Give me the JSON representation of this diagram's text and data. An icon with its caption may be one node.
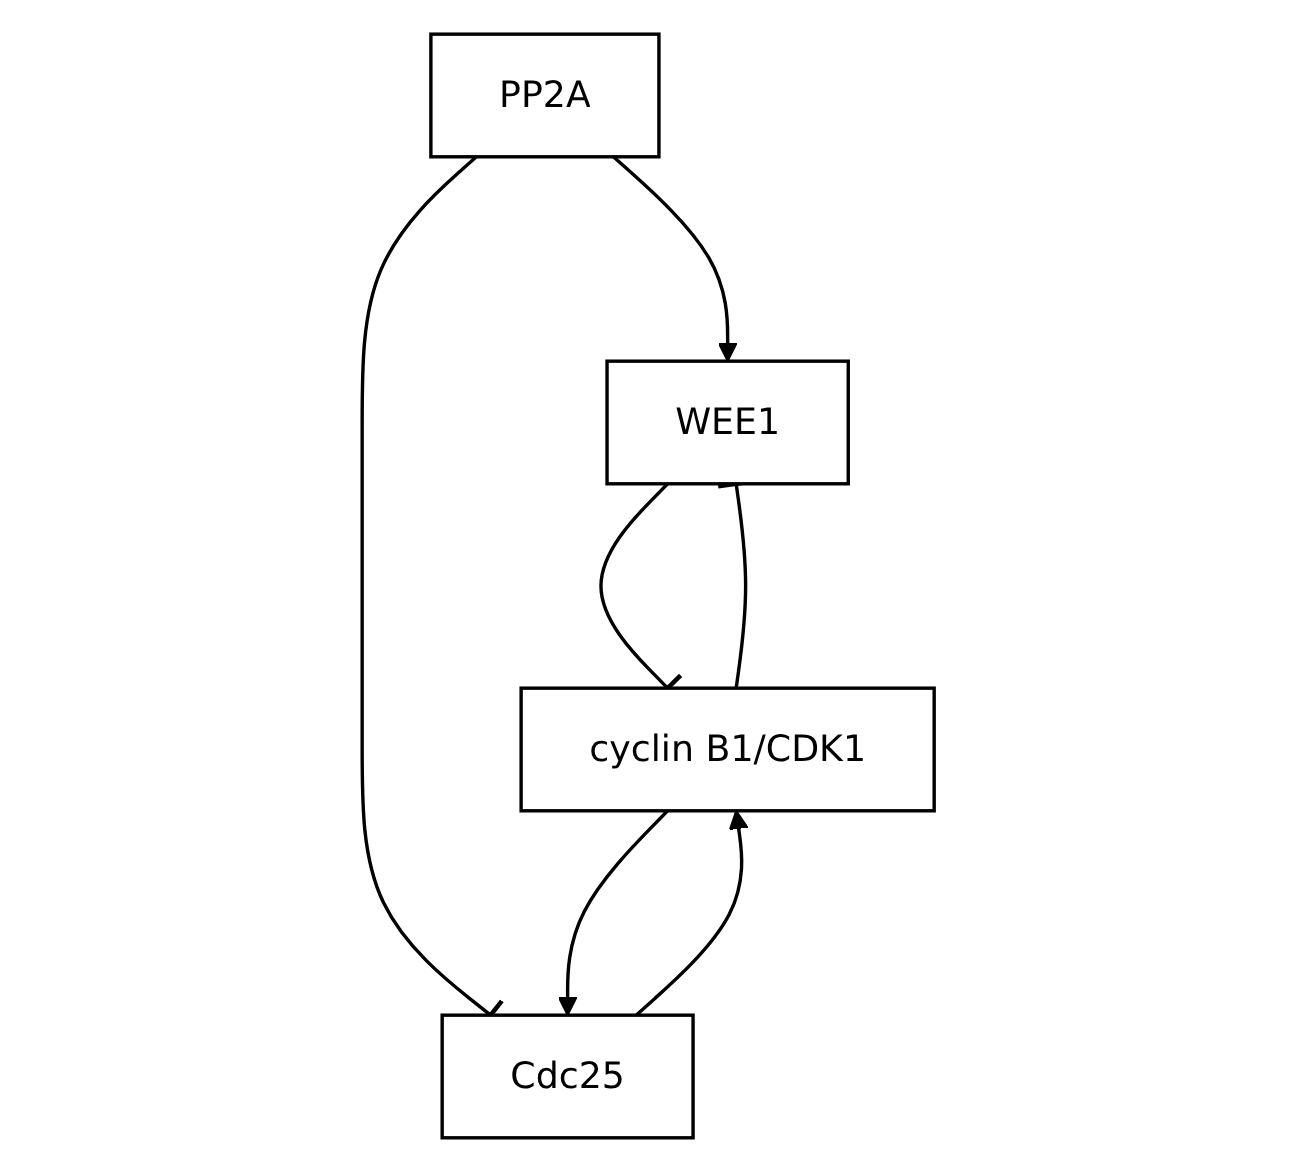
{
  "diagram": {
    "nodes": [
      {
        "text": [
          "PP2A"
        ]
      },
      {
        "text": [
          "WEE1"
        ]
      },
      {
        "text": [
          "Cdc25"
        ]
      },
      {
        "text": [
          "cyclin B1/CDK1"
        ]
      }
    ],
    "edges": [
      {
        "from": 0,
        "to": 1,
        "arrow": "to"
      },
      {
        "from": 0,
        "to": 2,
        "arrow": "other"
      },
      {
        "from": 1,
        "to": 3,
        "arrow": "other"
      },
      {
        "from": 3,
        "to": 1,
        "arrow": "other"
      },
      {
        "from": 2,
        "to": 3,
        "arrow": "to"
      },
      {
        "from": 3,
        "to": 2,
        "arrow": "to"
      }
    ]
  }
}
